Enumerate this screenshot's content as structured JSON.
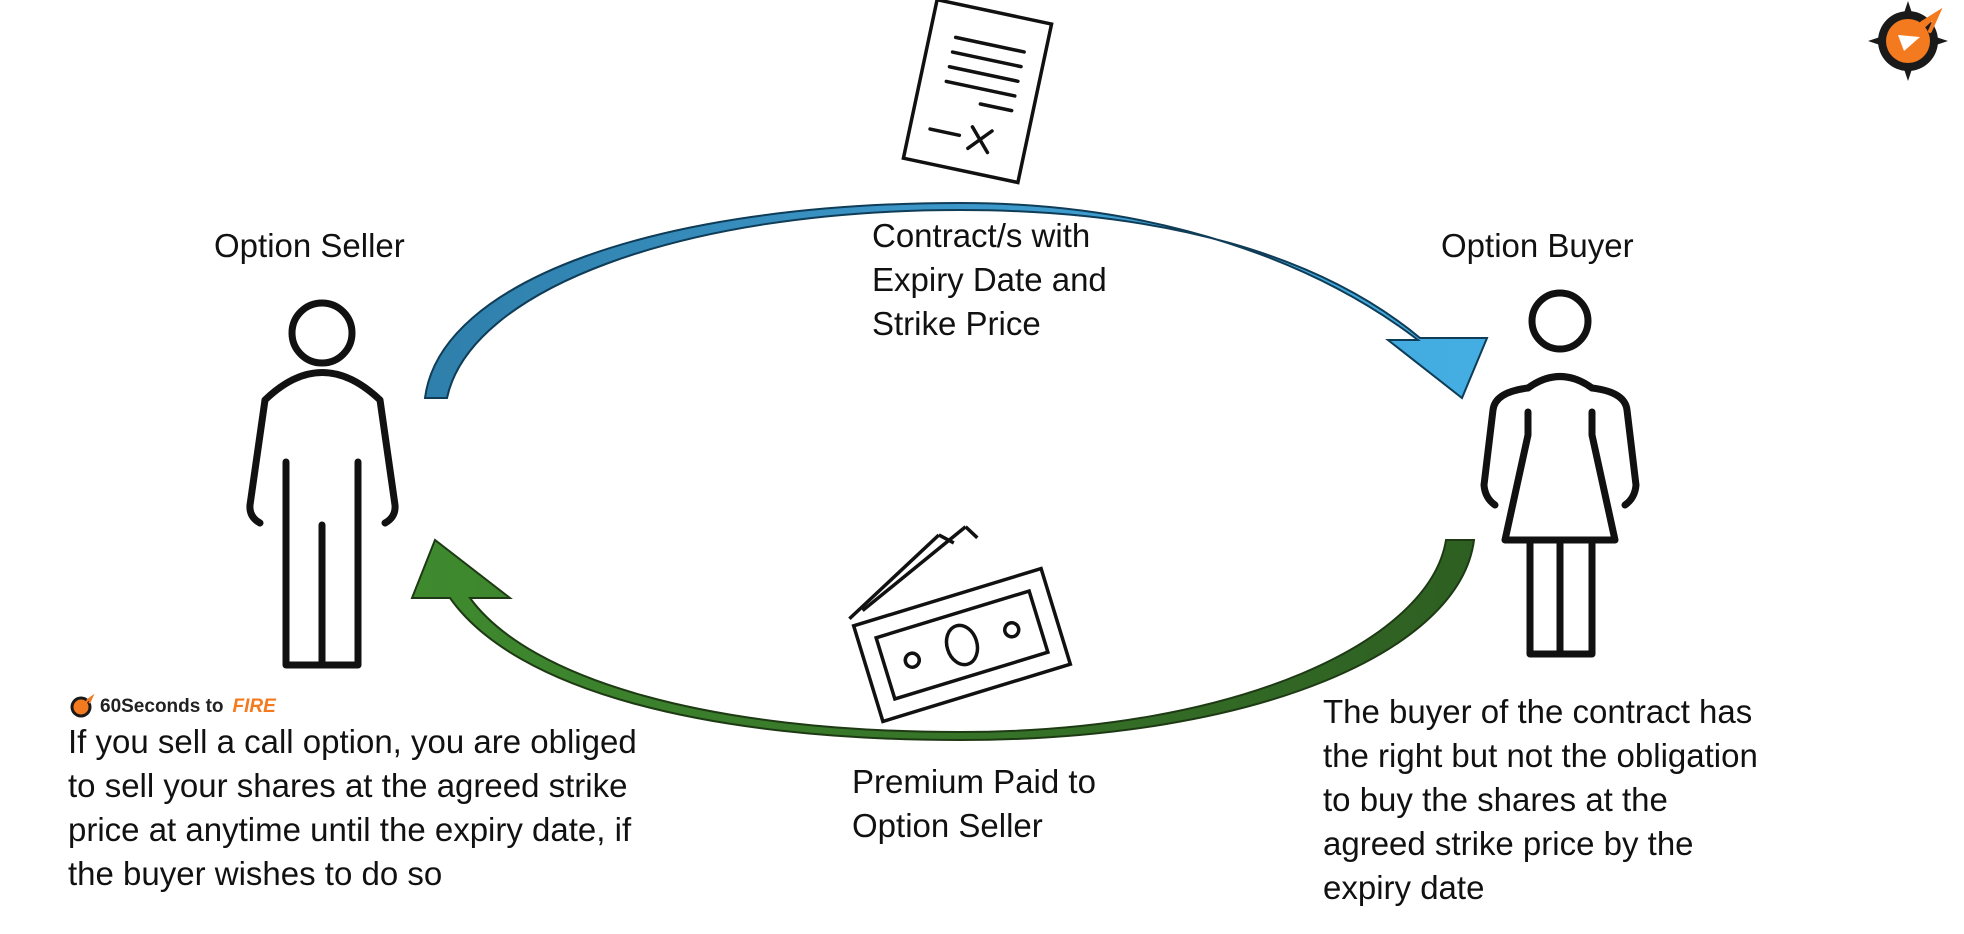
{
  "labels": {
    "seller": "Option Seller",
    "buyer": "Option Buyer",
    "contract": "Contract/s with\nExpiry Date and\nStrike Price",
    "premium": "Premium Paid to\nOption Seller",
    "seller_note": "If you sell a call option, you are obliged\nto sell your shares at the agreed strike\nprice at anytime until the expiry date, if\nthe buyer wishes to do so",
    "buyer_note": "The buyer of the contract has\nthe right but not the obligation\nto buy the shares at the\nagreed strike price by the\nexpiry date"
  },
  "brand": {
    "name": "60Seconds to",
    "accent": "FIRE",
    "accent_color": "#f47a1f"
  },
  "colors": {
    "contract_arrow": "#41a9dd",
    "premium_arrow": "#38782a",
    "outline": "#111111",
    "logo_orange": "#f47a1f"
  },
  "icons": {
    "contract": "document-icon",
    "premium": "cash-icon",
    "seller": "man-icon",
    "buyer": "woman-icon",
    "logo": "compass-plane-logo-icon"
  }
}
